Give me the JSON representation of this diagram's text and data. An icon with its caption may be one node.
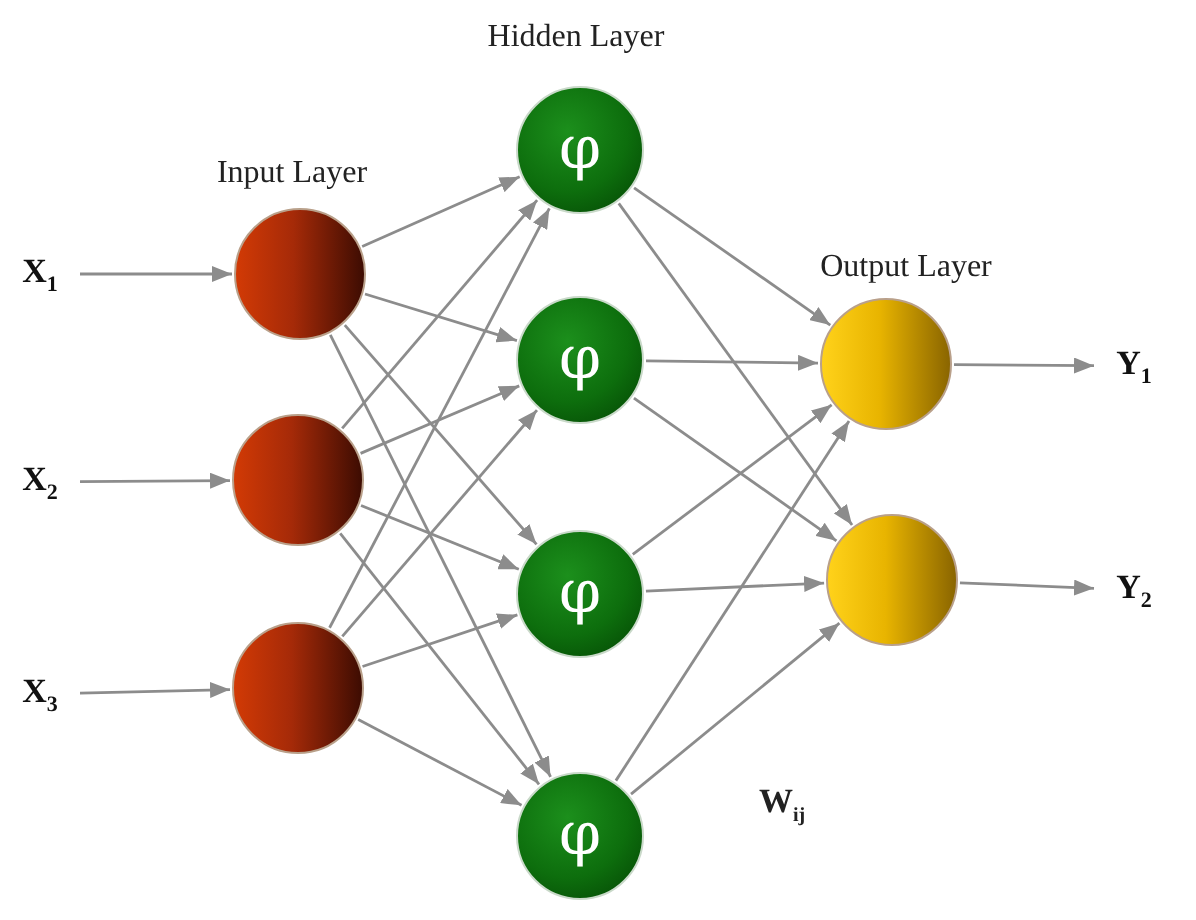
{
  "diagram": {
    "nodes": [
      {
        "text": [
          "X$_{1}$"
        ]
      },
      {
        "text": [
          "X$_{2}$"
        ]
      },
      {
        "text": [
          "X$_{3}$"
        ]
      },
      {
        "text": [],
        "shape": "circle"
      },
      {
        "text": [],
        "shape": "circle"
      },
      {
        "text": [],
        "shape": "circle"
      },
      {
        "text": [
          "φ"
        ]
      },
      {
        "text": [
          "φ"
        ]
      },
      {
        "text": [
          "φ"
        ]
      },
      {
        "text": [
          "φ"
        ]
      },
      {
        "text": [],
        "shape": "circle"
      },
      {
        "text": [],
        "shape": "circle"
      },
      {
        "text": [
          "Y$_{1}$"
        ]
      },
      {
        "text": [
          "Y$_{2}$"
        ]
      }
    ],
    "edges": [
      {
        "from": 0,
        "to": 3,
        "arrow": "to"
      },
      {
        "from": 1,
        "to": 4,
        "arrow": "to"
      },
      {
        "from": 2,
        "to": 5,
        "arrow": "to"
      },
      {
        "from": 3,
        "to": 6,
        "arrow": "to"
      },
      {
        "from": 3,
        "to": 7,
        "arrow": "to"
      },
      {
        "from": 3,
        "to": 8,
        "arrow": "to"
      },
      {
        "from": 3,
        "to": 9,
        "arrow": "to"
      },
      {
        "from": 4,
        "to": 6,
        "arrow": "to"
      },
      {
        "from": 4,
        "to": 7,
        "arrow": "to"
      },
      {
        "from": 4,
        "to": 8,
        "arrow": "to"
      },
      {
        "from": 4,
        "to": 9,
        "arrow": "to"
      },
      {
        "from": 5,
        "to": 6,
        "arrow": "to"
      },
      {
        "from": 5,
        "to": 7,
        "arrow": "to"
      },
      {
        "from": 5,
        "to": 8,
        "arrow": "to"
      },
      {
        "from": 5,
        "to": 9,
        "arrow": "to"
      },
      {
        "from": 6,
        "to": 10,
        "arrow": "to"
      },
      {
        "from": 6,
        "to": 11,
        "arrow": "to"
      },
      {
        "from": 7,
        "to": 10,
        "arrow": "to"
      },
      {
        "from": 7,
        "to": 11,
        "arrow": "to"
      },
      {
        "from": 8,
        "to": 10,
        "arrow": "to"
      },
      {
        "from": 8,
        "to": 11,
        "arrow": "to"
      },
      {
        "from": 9,
        "to": 10,
        "arrow": "to"
      },
      {
        "from": 9,
        "to": 11,
        "arrow": "to"
      },
      {
        "from": 10,
        "to": 12,
        "arrow": "to"
      },
      {
        "from": 11,
        "to": 13,
        "arrow": "to"
      }
    ],
    "labels": [
      "Hidden Layer",
      "Input Layer",
      "Output Layer",
      "W$_{ij}$"
    ]
  }
}
